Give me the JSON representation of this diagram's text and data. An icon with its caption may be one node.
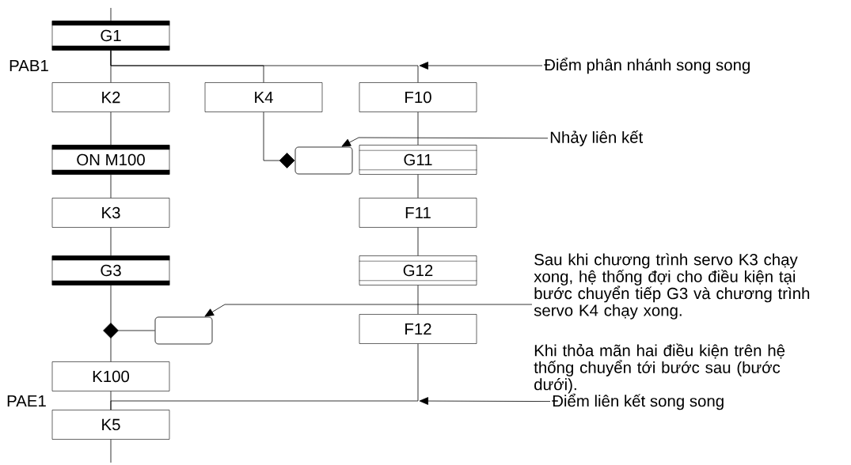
{
  "diagram": {
    "nodes": [
      {
        "text": [
          "G1"
        ]
      },
      {
        "text": [
          "K2"
        ]
      },
      {
        "text": [
          "K4"
        ]
      },
      {
        "text": [
          "F10"
        ]
      },
      {
        "text": [
          "ON M100"
        ]
      },
      {
        "text": [],
        "shape": "box"
      },
      {
        "text": [
          "G11"
        ]
      },
      {
        "text": [
          "K3"
        ]
      },
      {
        "text": [
          "F11"
        ]
      },
      {
        "text": [
          "G3"
        ]
      },
      {
        "text": [
          "G12"
        ]
      },
      {
        "text": [],
        "shape": "box"
      },
      {
        "text": [
          "F12"
        ]
      },
      {
        "text": [
          "K100"
        ]
      },
      {
        "text": [
          "K5"
        ]
      },
      {
        "text": [
          "Điểm phân nhánh song song"
        ]
      },
      {
        "text": [
          "Nhảy liên kết"
        ]
      },
      {
        "text": [
          "Sau khi chương trình servo K3 chạy xong, hệ thống đợi cho điều kiện tại bước chuyển tiếp G3 và chương trình servo K4 chạy xong."
        ]
      },
      {
        "text": [
          "Điểm liên kết song song"
        ]
      }
    ],
    "edges": [
      {
        "from": null,
        "to": 0,
        "arrow": "none"
      },
      {
        "from": 0,
        "to": 1,
        "arrow": "none"
      },
      {
        "from": 0,
        "to": 2,
        "arrow": "none"
      },
      {
        "from": 0,
        "to": 3,
        "arrow": "none"
      },
      {
        "from": 1,
        "to": 4,
        "arrow": "none"
      },
      {
        "from": 2,
        "to": 5,
        "arrow": "other"
      },
      {
        "from": 4,
        "to": 7,
        "arrow": "none"
      },
      {
        "from": 7,
        "to": 9,
        "arrow": "none"
      },
      {
        "from": 9,
        "to": 13,
        "arrow": "none"
      },
      {
        "from": 11,
        "to": null,
        "arrow": "other"
      },
      {
        "from": 3,
        "to": 6,
        "arrow": "none"
      },
      {
        "from": 6,
        "to": 8,
        "arrow": "none"
      },
      {
        "from": 8,
        "to": 10,
        "arrow": "none"
      },
      {
        "from": 10,
        "to": 12,
        "arrow": "none"
      },
      {
        "from": 12,
        "to": 14,
        "arrow": "none"
      },
      {
        "from": 13,
        "to": 14,
        "arrow": "none"
      },
      {
        "from": 14,
        "to": null,
        "arrow": "none"
      },
      {
        "from": 15,
        "to": null,
        "arrow": "to"
      },
      {
        "from": 16,
        "to": 5,
        "arrow": "to"
      },
      {
        "from": 17,
        "to": 11,
        "arrow": "to"
      },
      {
        "from": 18,
        "to": null,
        "arrow": "to"
      }
    ],
    "labels": [
      "PAB1",
      "PAE1",
      "Khi thỏa mãn hai điều kiện trên hệ thống chuyển tới bước sau (bước dưới)."
    ]
  }
}
